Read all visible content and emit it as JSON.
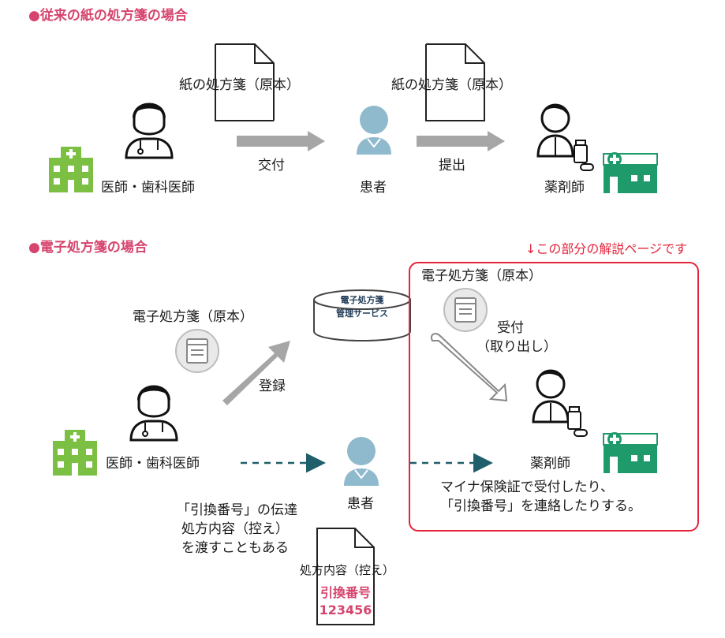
{
  "section1": {
    "title": "●従来の紙の処方箋の場合",
    "doc1_label": "紙の処方箋（原本）",
    "doc2_label": "紙の処方箋（原本）",
    "arrow1_label": "交付",
    "arrow2_label": "提出",
    "doctor_label": "医師・歯科医師",
    "patient_label": "患者",
    "pharmacist_label": "薬剤師"
  },
  "section2": {
    "title": "●電子処方箋の場合",
    "note": "↓この部分の解説ページです",
    "edoc_left_label": "電子処方箋（原本）",
    "edoc_right_label": "電子処方箋（原本）",
    "service_line1": "電子処方箋",
    "service_line2": "管理サービス",
    "register_label": "登録",
    "receive_line1": "受付",
    "receive_line2": "（取り出し）",
    "doctor_label": "医師・歯科医師",
    "patient_label": "患者",
    "pharmacist_label": "薬剤師",
    "desc_line1": "マイナ保険証で受付したり、",
    "desc_line2": "「引換番号」を連絡したりする。",
    "convey_line1": "「引換番号」の伝達",
    "convey_line2": "処方内容（控え）",
    "convey_line3": "を渡すこともある",
    "copy_label": "処方内容（控え）",
    "copy_code_label": "引換番号",
    "copy_code": "123456"
  },
  "colors": {
    "accent": "#d6456e",
    "red": "#e3243b",
    "hospital_green": "#7bc043",
    "pharmacy_green": "#1f9a6b",
    "patient_blue": "#8fb9cc",
    "arrow_gray": "#a6a6a6",
    "dash_teal": "#1f5f6b"
  }
}
